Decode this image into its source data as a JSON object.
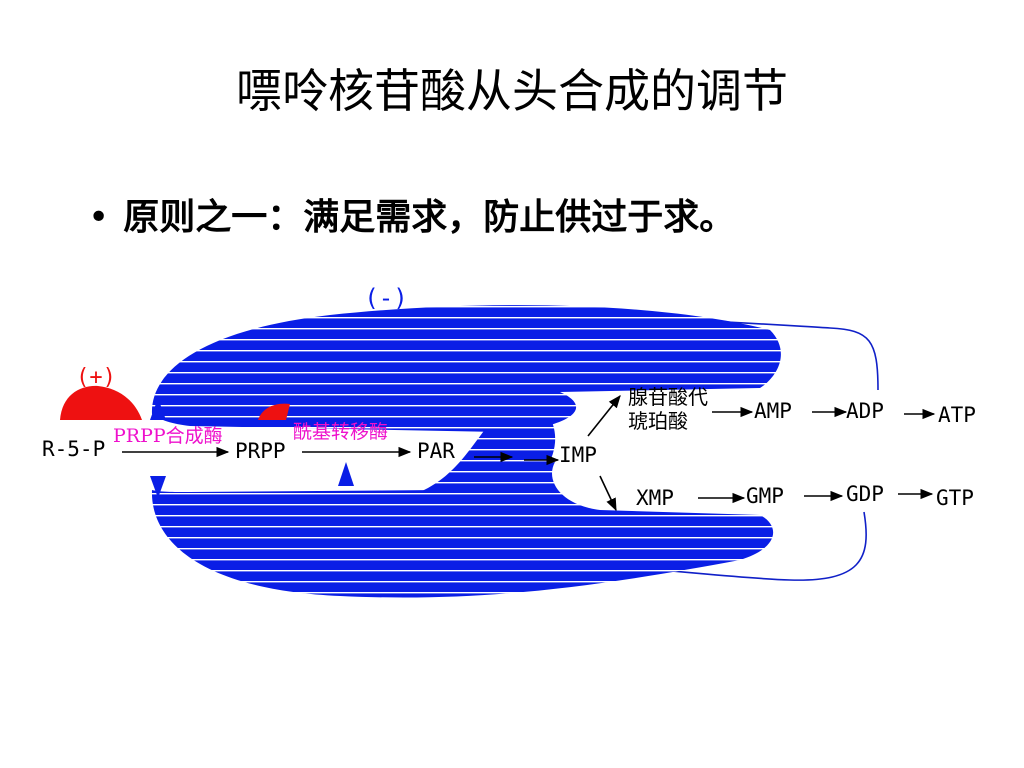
{
  "slide": {
    "title": "嘌呤核苷酸从头合成的调节",
    "bullet_marker": "•",
    "bullet": "原则之一：满足需求，防止供过于求。"
  },
  "diagram": {
    "nodes": {
      "r5p": "R-5-P",
      "prpp": "PRPP",
      "par": "PAR",
      "imp": "IMP",
      "adenylosuccinate_line1": "腺苷酸代",
      "adenylosuccinate_line2": "琥珀酸",
      "amp": "AMP",
      "adp": "ADP",
      "atp": "ATP",
      "xmp": "XMP",
      "gmp": "GMP",
      "gdp": "GDP",
      "gtp": "GTP"
    },
    "enzymes": {
      "prpp_synthetase": "PRPP合成酶",
      "amidotransferase": "酰基转移酶"
    },
    "signs": {
      "top_negative": "(-)",
      "left_positive": "(+)"
    },
    "colors": {
      "feedback": "#0a1ee6",
      "activation": "#ee1111",
      "enzyme_text": "#ee11cc",
      "stroke": "#000000",
      "outline": "#1020c8"
    }
  }
}
